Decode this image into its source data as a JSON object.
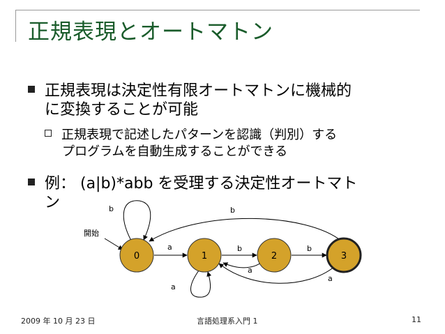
{
  "slide": {
    "title": "正規表現とオートマトン",
    "bullets": [
      {
        "line1": "正規表現は決定性有限オートマトンに機械的",
        "line2": "に変換することが可能"
      },
      {
        "line1": "例： (a|b)*abb を受理する決定性オートマト",
        "line2": "ン"
      }
    ],
    "sub_bullet": {
      "line1": "正規表現で記述したパターンを認識（判別）する",
      "line2": "プログラムを自動生成することができる"
    }
  },
  "automaton": {
    "start_label": "開始",
    "states": [
      {
        "id": "0",
        "label": "0",
        "accepting": false,
        "fill": "#d4a22a"
      },
      {
        "id": "1",
        "label": "1",
        "accepting": false,
        "fill": "#d4a22a"
      },
      {
        "id": "2",
        "label": "2",
        "accepting": false,
        "fill": "#d4a22a"
      },
      {
        "id": "3",
        "label": "3",
        "accepting": true,
        "fill": "#d4a22a"
      }
    ],
    "transitions": [
      {
        "from": "0",
        "to": "0",
        "symbol": "b"
      },
      {
        "from": "0",
        "to": "1",
        "symbol": "a"
      },
      {
        "from": "1",
        "to": "1",
        "symbol": "a"
      },
      {
        "from": "1",
        "to": "2",
        "symbol": "b"
      },
      {
        "from": "2",
        "to": "1",
        "symbol": "a"
      },
      {
        "from": "2",
        "to": "3",
        "symbol": "b"
      },
      {
        "from": "3",
        "to": "1",
        "symbol": "a"
      },
      {
        "from": "3",
        "to": "0",
        "symbol": "b"
      }
    ]
  },
  "footer": {
    "date": "2009 年 10 月 23 日",
    "course": "言語処理系入門 1",
    "page": "11"
  }
}
